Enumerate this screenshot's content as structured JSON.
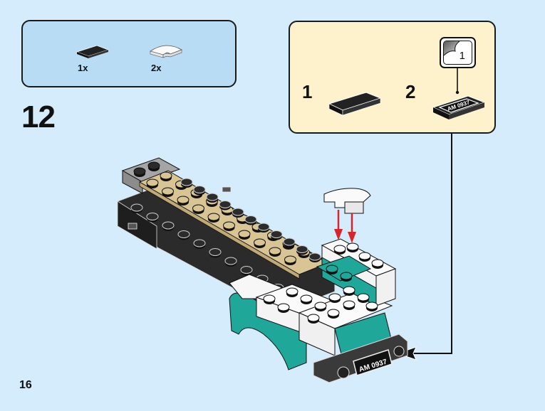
{
  "page": {
    "step_number": "12",
    "page_number": "16",
    "background_color": "#d4ecfb"
  },
  "parts_list": {
    "background_color": "#b7dcf4",
    "items": [
      {
        "name": "black-tile-1x2",
        "color": "#1e1e1e",
        "quantity": "1x"
      },
      {
        "name": "white-curved-slope-1x2",
        "color": "#f4f4f4",
        "quantity": "2x"
      }
    ]
  },
  "callout": {
    "background_color": "#fdf2cc",
    "substeps": [
      {
        "number": "1",
        "part": "black-tile-1x2"
      },
      {
        "number": "2",
        "part": "license-plate-tile",
        "plate_text": "AM 0937"
      }
    ],
    "sticker": {
      "sticker_number": "1"
    }
  },
  "model": {
    "plate_text": "AM 0937",
    "colors": {
      "tan": "#d9c594",
      "teal": "#1fa79a",
      "white": "#f7f7f7",
      "black": "#2a2a2a",
      "gray": "#9a9a9a",
      "arrow_red": "#d8252c"
    }
  }
}
